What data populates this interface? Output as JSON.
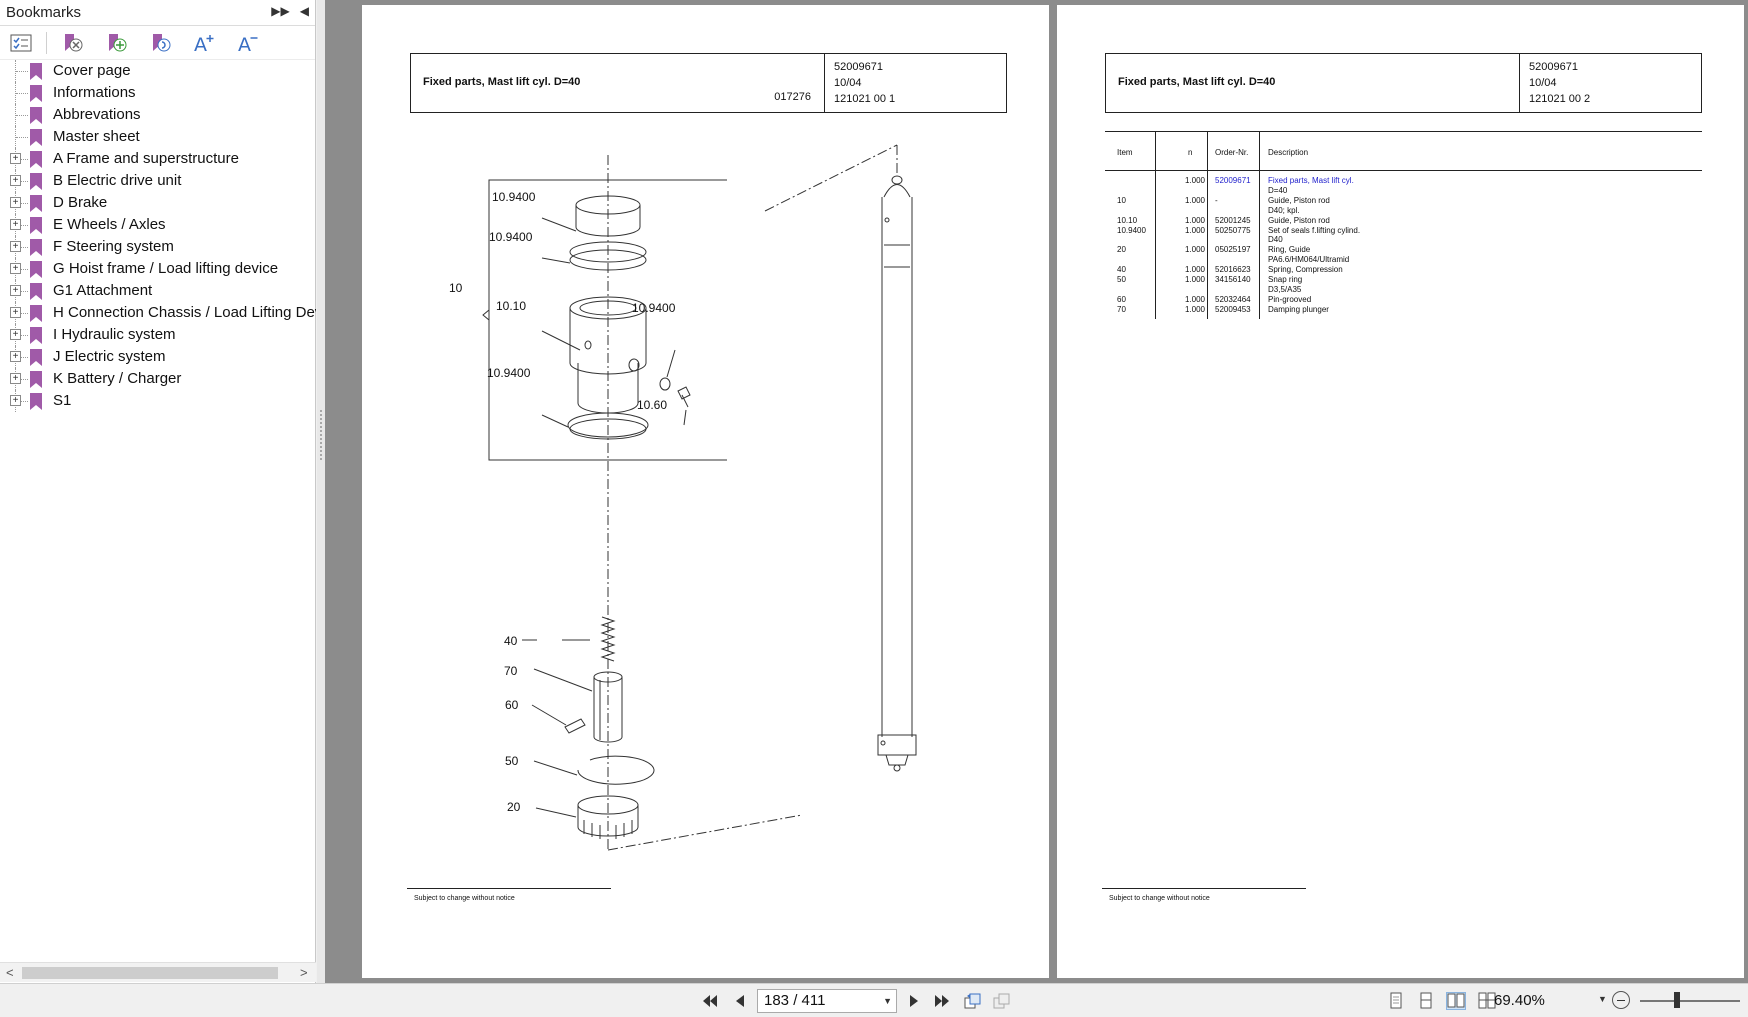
{
  "sidebar": {
    "title": "Bookmarks",
    "toolbar_icons": [
      "bookmark-options-icon",
      "delete-bookmark-icon",
      "add-bookmark-icon",
      "find-bookmark-icon",
      "increase-font-icon",
      "decrease-font-icon"
    ],
    "items": [
      {
        "label": "Cover page",
        "expandable": false
      },
      {
        "label": "Informations",
        "expandable": false
      },
      {
        "label": "Abbrevations",
        "expandable": false
      },
      {
        "label": "Master sheet",
        "expandable": false
      },
      {
        "label": "A Frame and superstructure",
        "expandable": true
      },
      {
        "label": "B Electric drive unit",
        "expandable": true
      },
      {
        "label": "D Brake",
        "expandable": true
      },
      {
        "label": "E Wheels / Axles",
        "expandable": true
      },
      {
        "label": "F Steering system",
        "expandable": true
      },
      {
        "label": "G Hoist frame / Load lifting device",
        "expandable": true
      },
      {
        "label": "G1 Attachment",
        "expandable": true
      },
      {
        "label": "H Connection Chassis / Load Lifting Devi",
        "expandable": true
      },
      {
        "label": "I Hydraulic system",
        "expandable": true
      },
      {
        "label": "J Electric system",
        "expandable": true
      },
      {
        "label": "K Battery / Charger",
        "expandable": true
      },
      {
        "label": "S1",
        "expandable": true
      }
    ]
  },
  "pages": {
    "left": {
      "title": "Fixed parts, Mast lift cyl. D=40",
      "drawing_no": "017276",
      "meta": [
        "52009671",
        "10/04",
        "121021 00 1"
      ],
      "footer": "Subject to change without notice",
      "callouts": [
        "10.9400",
        "10.9400",
        "10",
        "10.10",
        "10.9400",
        "10.9400",
        "10.60",
        "40",
        "70",
        "60",
        "50",
        "20"
      ]
    },
    "right": {
      "title": "Fixed parts, Mast lift cyl. D=40",
      "meta": [
        "52009671",
        "10/04",
        "121021 00 2"
      ],
      "footer": "Subject to change without notice",
      "table": {
        "headers": {
          "item": "Item",
          "n": "n",
          "order": "Order-Nr.",
          "desc": "Description"
        },
        "rows": [
          {
            "item": "",
            "n": "1.000",
            "order": "52009671",
            "desc": "Fixed parts, Mast lift cyl.",
            "link": true
          },
          {
            "item": "",
            "n": "",
            "order": "",
            "desc": "D=40"
          },
          {
            "item": "10",
            "n": "1.000",
            "order": "-",
            "desc": "Guide, Piston rod"
          },
          {
            "item": "",
            "n": "",
            "order": "",
            "desc": "D40; kpl."
          },
          {
            "item": "10.10",
            "n": "1.000",
            "order": "52001245",
            "desc": "Guide, Piston rod"
          },
          {
            "item": "10.9400",
            "n": "1.000",
            "order": "50250775",
            "desc": "Set of seals f.lifting cylind."
          },
          {
            "item": "",
            "n": "",
            "order": "",
            "desc": "D40"
          },
          {
            "item": "20",
            "n": "1.000",
            "order": "05025197",
            "desc": "Ring, Guide"
          },
          {
            "item": "",
            "n": "",
            "order": "",
            "desc": "PA6.6/HM064/Ultramid"
          },
          {
            "item": "40",
            "n": "1.000",
            "order": "52016623",
            "desc": "Spring, Compression"
          },
          {
            "item": "50",
            "n": "1.000",
            "order": "34156140",
            "desc": "Snap ring"
          },
          {
            "item": "",
            "n": "",
            "order": "",
            "desc": "D3,5/A35"
          },
          {
            "item": "60",
            "n": "1.000",
            "order": "52032464",
            "desc": "Pin-grooved"
          },
          {
            "item": "70",
            "n": "1.000",
            "order": "52009453",
            "desc": "Damping plunger"
          }
        ]
      }
    }
  },
  "navigation": {
    "page_indicator": "183 / 411",
    "zoom": "69.40%"
  },
  "colors": {
    "bookmark": "#a05aa8",
    "link": "#2222cc",
    "doc_background": "#8c8c8c"
  }
}
